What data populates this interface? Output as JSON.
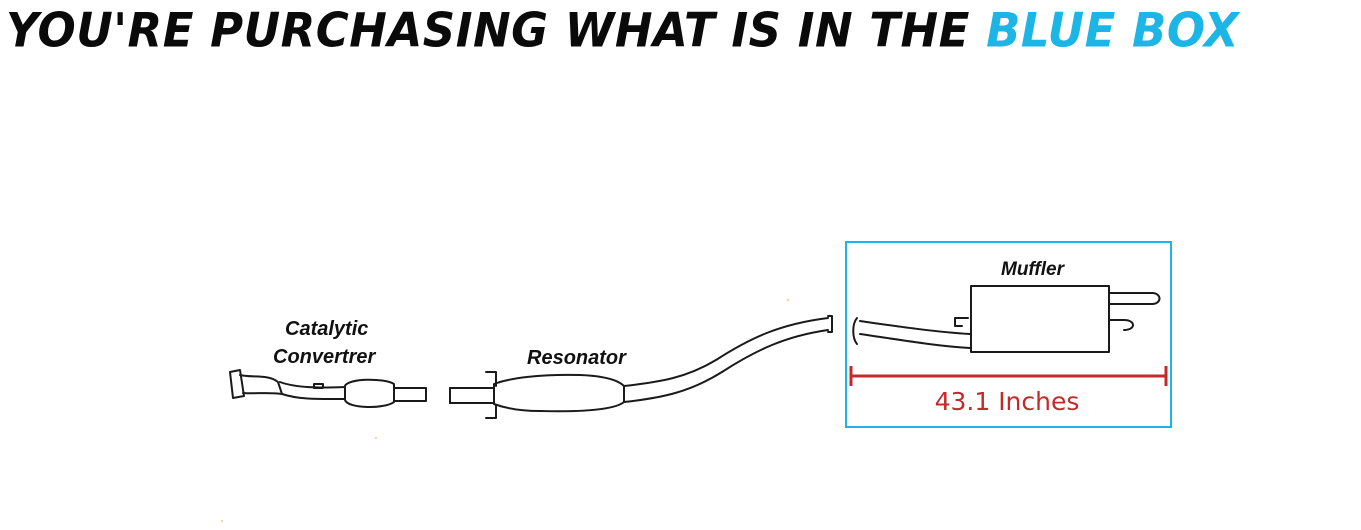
{
  "headline": {
    "lead": "YOU'RE PURCHASING WHAT IS IN THE",
    "accent": "BLUE BOX"
  },
  "parts": {
    "catalytic_converter": {
      "line1": "Catalytic",
      "line2": "Convertrer"
    },
    "resonator": "Resonator",
    "muffler": "Muffler"
  },
  "measurement": "43.1 Inches",
  "colors": {
    "highlight_box": "#1cb6e6",
    "measurement": "#c42a2a",
    "headline_accent": "#1cb6e6",
    "headline_text": "#0a0a0a"
  }
}
